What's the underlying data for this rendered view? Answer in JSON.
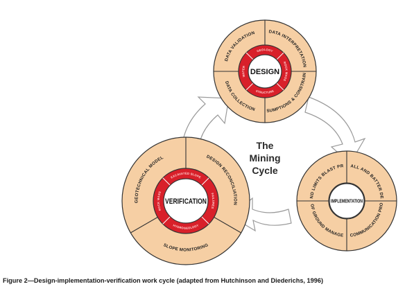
{
  "center_title": [
    "The",
    "Mining",
    "Cycle"
  ],
  "caption": "Figure 2—Design-implementation-verification work cycle (adapted from Hutchinson and Diederichs, 1996)",
  "colors": {
    "outer_fill": "#f6cfa4",
    "ring_red": "#d8202a",
    "stroke": "#333333",
    "arrow_fill": "#ffffff",
    "arrow_stroke": "#9a9a9a"
  },
  "circles": [
    {
      "id": "design",
      "center_label": "DESIGN",
      "outer_segments": [
        "DATA VALIDATION",
        "DATA INTERPRETATION",
        "ASSUMPTIONS & CONSTRAINTS",
        "DATA COLLECTION"
      ],
      "inner_segments": [
        "GEOLOGY",
        "ROCK MASS",
        "STRUCTURE",
        "WATER"
      ]
    },
    {
      "id": "implementation",
      "center_label": "IMPLEMENTATION",
      "outer_segments": [
        "OVERALL AND BATTER DESIGN",
        "HAZARD COMMUNICATION PROTOCOLS",
        "FALL OF GROUND MANAGEMENT",
        "SCALING AND LIMITS BLAST PROCEDURES"
      ],
      "inner_segments": []
    },
    {
      "id": "verification",
      "center_label": "VERIFICATION",
      "outer_segments": [
        "DESIGN RECONCILIATION",
        "SLOPE MONITORING",
        "GEOTECHNICAL MODEL"
      ],
      "inner_segments": [
        "EXCAVATED SLOPE",
        "FAILURES",
        "HYDROGEOLOGY",
        "ROCK MASS"
      ]
    }
  ]
}
